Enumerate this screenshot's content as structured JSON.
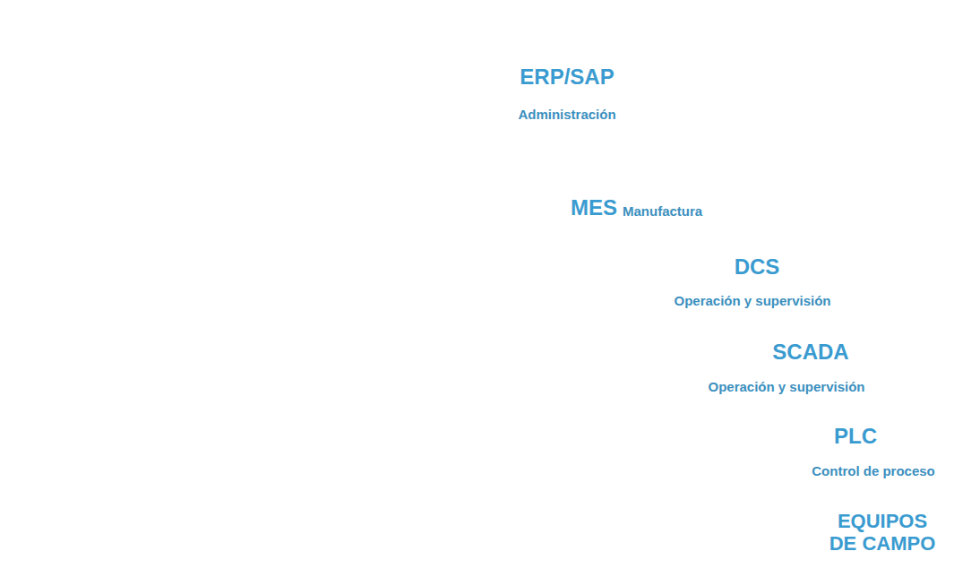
{
  "diagram": {
    "nodes": [
      {
        "text": [
          "ERP/SAP",
          "Administración"
        ]
      },
      {
        "text": [
          "MES",
          "Manufactura"
        ]
      },
      {
        "text": [
          "DCS",
          "Operación y supervisión"
        ]
      },
      {
        "text": [
          "SCADA",
          "Operación y supervisión"
        ]
      },
      {
        "text": [
          "PLC",
          "Control de proceso"
        ]
      },
      {
        "text": [
          "EQUIPOS DE CAMPO"
        ]
      }
    ]
  }
}
